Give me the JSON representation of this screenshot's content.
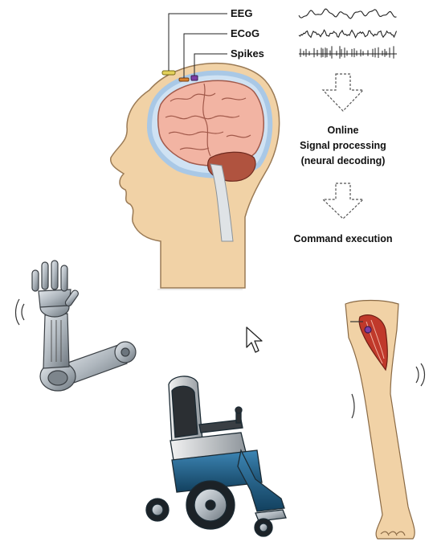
{
  "signals": {
    "eeg_label": "EEG",
    "ecog_label": "ECoG",
    "spikes_label": "Spikes"
  },
  "processing": {
    "line1": "Online",
    "line2": "Signal processing",
    "line3": "(neural decoding)"
  },
  "execution": {
    "label": "Command execution"
  },
  "colors": {
    "skin": "#f1d2a6",
    "brain": "#f2b4a3",
    "cerebellum": "#b0533f",
    "skull": "#a9c8e6",
    "wheelchair_frame": "#1f5f86",
    "metal": "#aeb6bd",
    "muscle": "#c0392b",
    "eeg_electrode": "#e3d15a",
    "ecog_electrode": "#d9822b",
    "spike_electrode": "#7d3fa6"
  },
  "icons": [
    "brain-icon",
    "cursor-icon",
    "prosthetic-arm-icon",
    "wheelchair-icon",
    "leg-icon",
    "down-arrow-icon"
  ]
}
